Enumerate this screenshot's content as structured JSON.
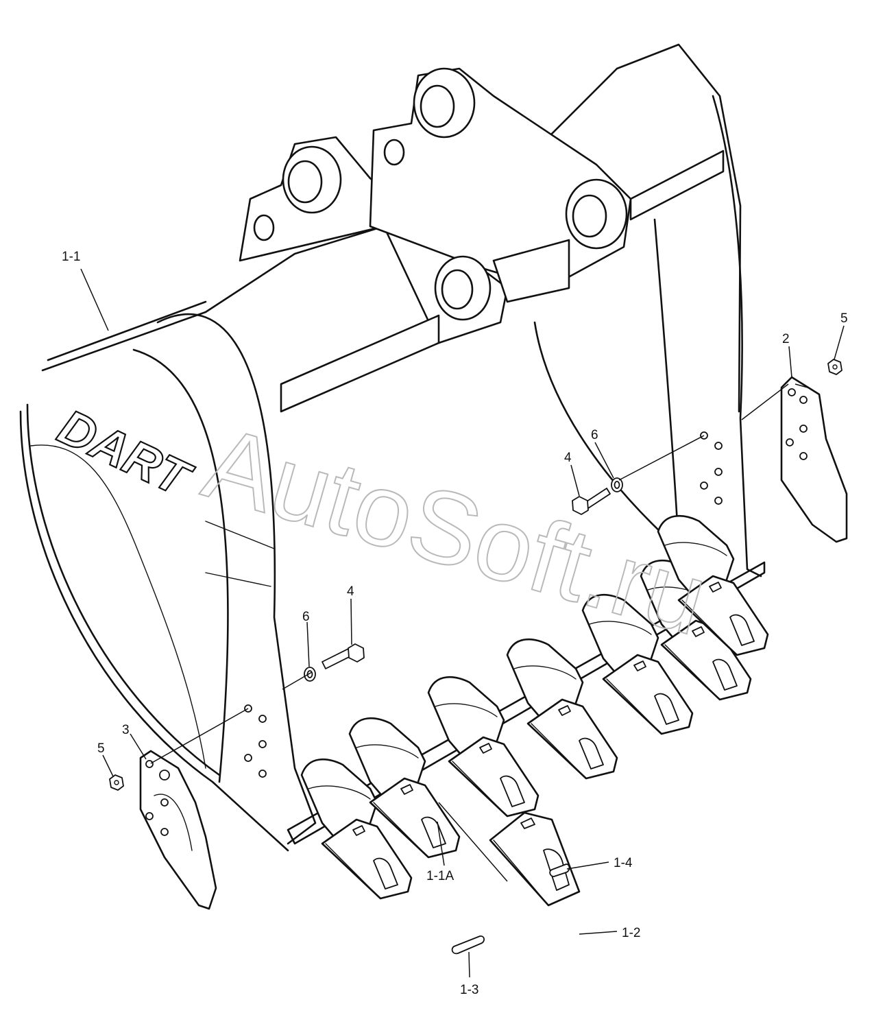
{
  "watermark": "AutoSoft.ru",
  "logo_text": "DART",
  "labels": {
    "l_1_1": "1-1",
    "l_1_1a": "1-1A",
    "l_1_2": "1-2",
    "l_1_3": "1-3",
    "l_1_4": "1-4",
    "l_2": "2",
    "l_3": "3",
    "l_4_top": "4",
    "l_4_bottom": "4",
    "l_5_right": "5",
    "l_5_left": "5",
    "l_6_top": "6",
    "l_6_bottom": "6"
  }
}
